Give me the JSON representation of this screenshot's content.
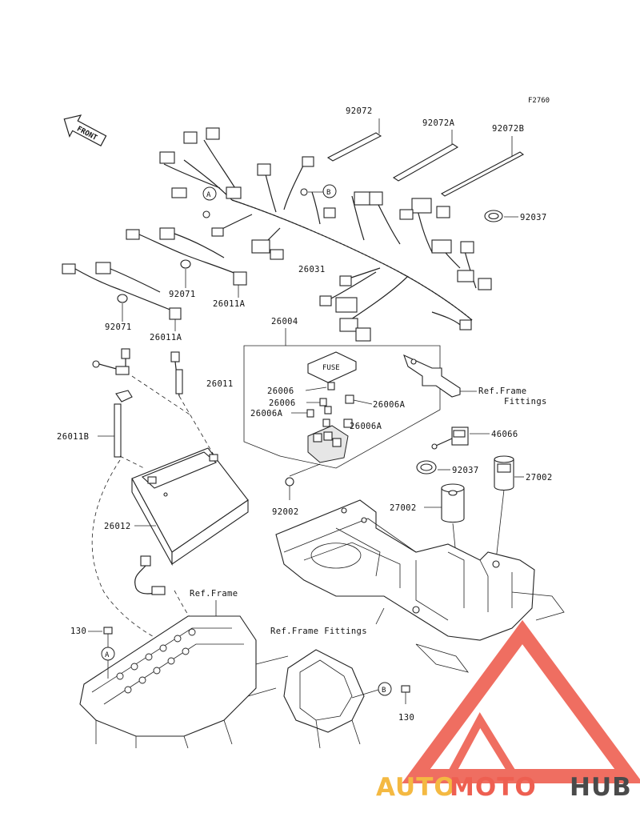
{
  "figure_code": "F2760",
  "front_arrow_label": "FRONT",
  "callouts": {
    "a": "A",
    "b": "B"
  },
  "parts": {
    "p92072": "92072",
    "p92072A": "92072A",
    "p92072B": "92072B",
    "p92037_top": "92037",
    "p26031": "26031",
    "p92071_a": "92071",
    "p26011A_a": "26011A",
    "p92071_b": "92071",
    "p26011A_b": "26011A",
    "p26004": "26004",
    "p26011": "26011",
    "p26006_a": "26006",
    "p26006_b": "26006",
    "p26006A_a": "26006A",
    "p26006A_b": "26006A",
    "p26006A_c": "26006A",
    "p26011B": "26011B",
    "p46066": "46066",
    "p92037_mid": "92037",
    "p27002_right": "27002",
    "p27002_left": "27002",
    "p92002": "92002",
    "p26012": "26012",
    "p130_a": "130",
    "p130_b": "130"
  },
  "refs": {
    "frame_fittings_top": "Ref.Frame\nFittings",
    "frame_fittings_top_l1": "Ref.Frame",
    "frame_fittings_top_l2": "Fittings",
    "frame": "Ref.Frame",
    "frame_fittings_bottom": "Ref.Frame Fittings"
  },
  "fuse_box_label": "FUSE",
  "watermark": {
    "part1": "AUTO",
    "part2": "MOTO",
    "part3": "HUB",
    "logo_color": "#ee5f51",
    "accent_color": "#f4b942",
    "dark_color": "#4a4a4a"
  }
}
